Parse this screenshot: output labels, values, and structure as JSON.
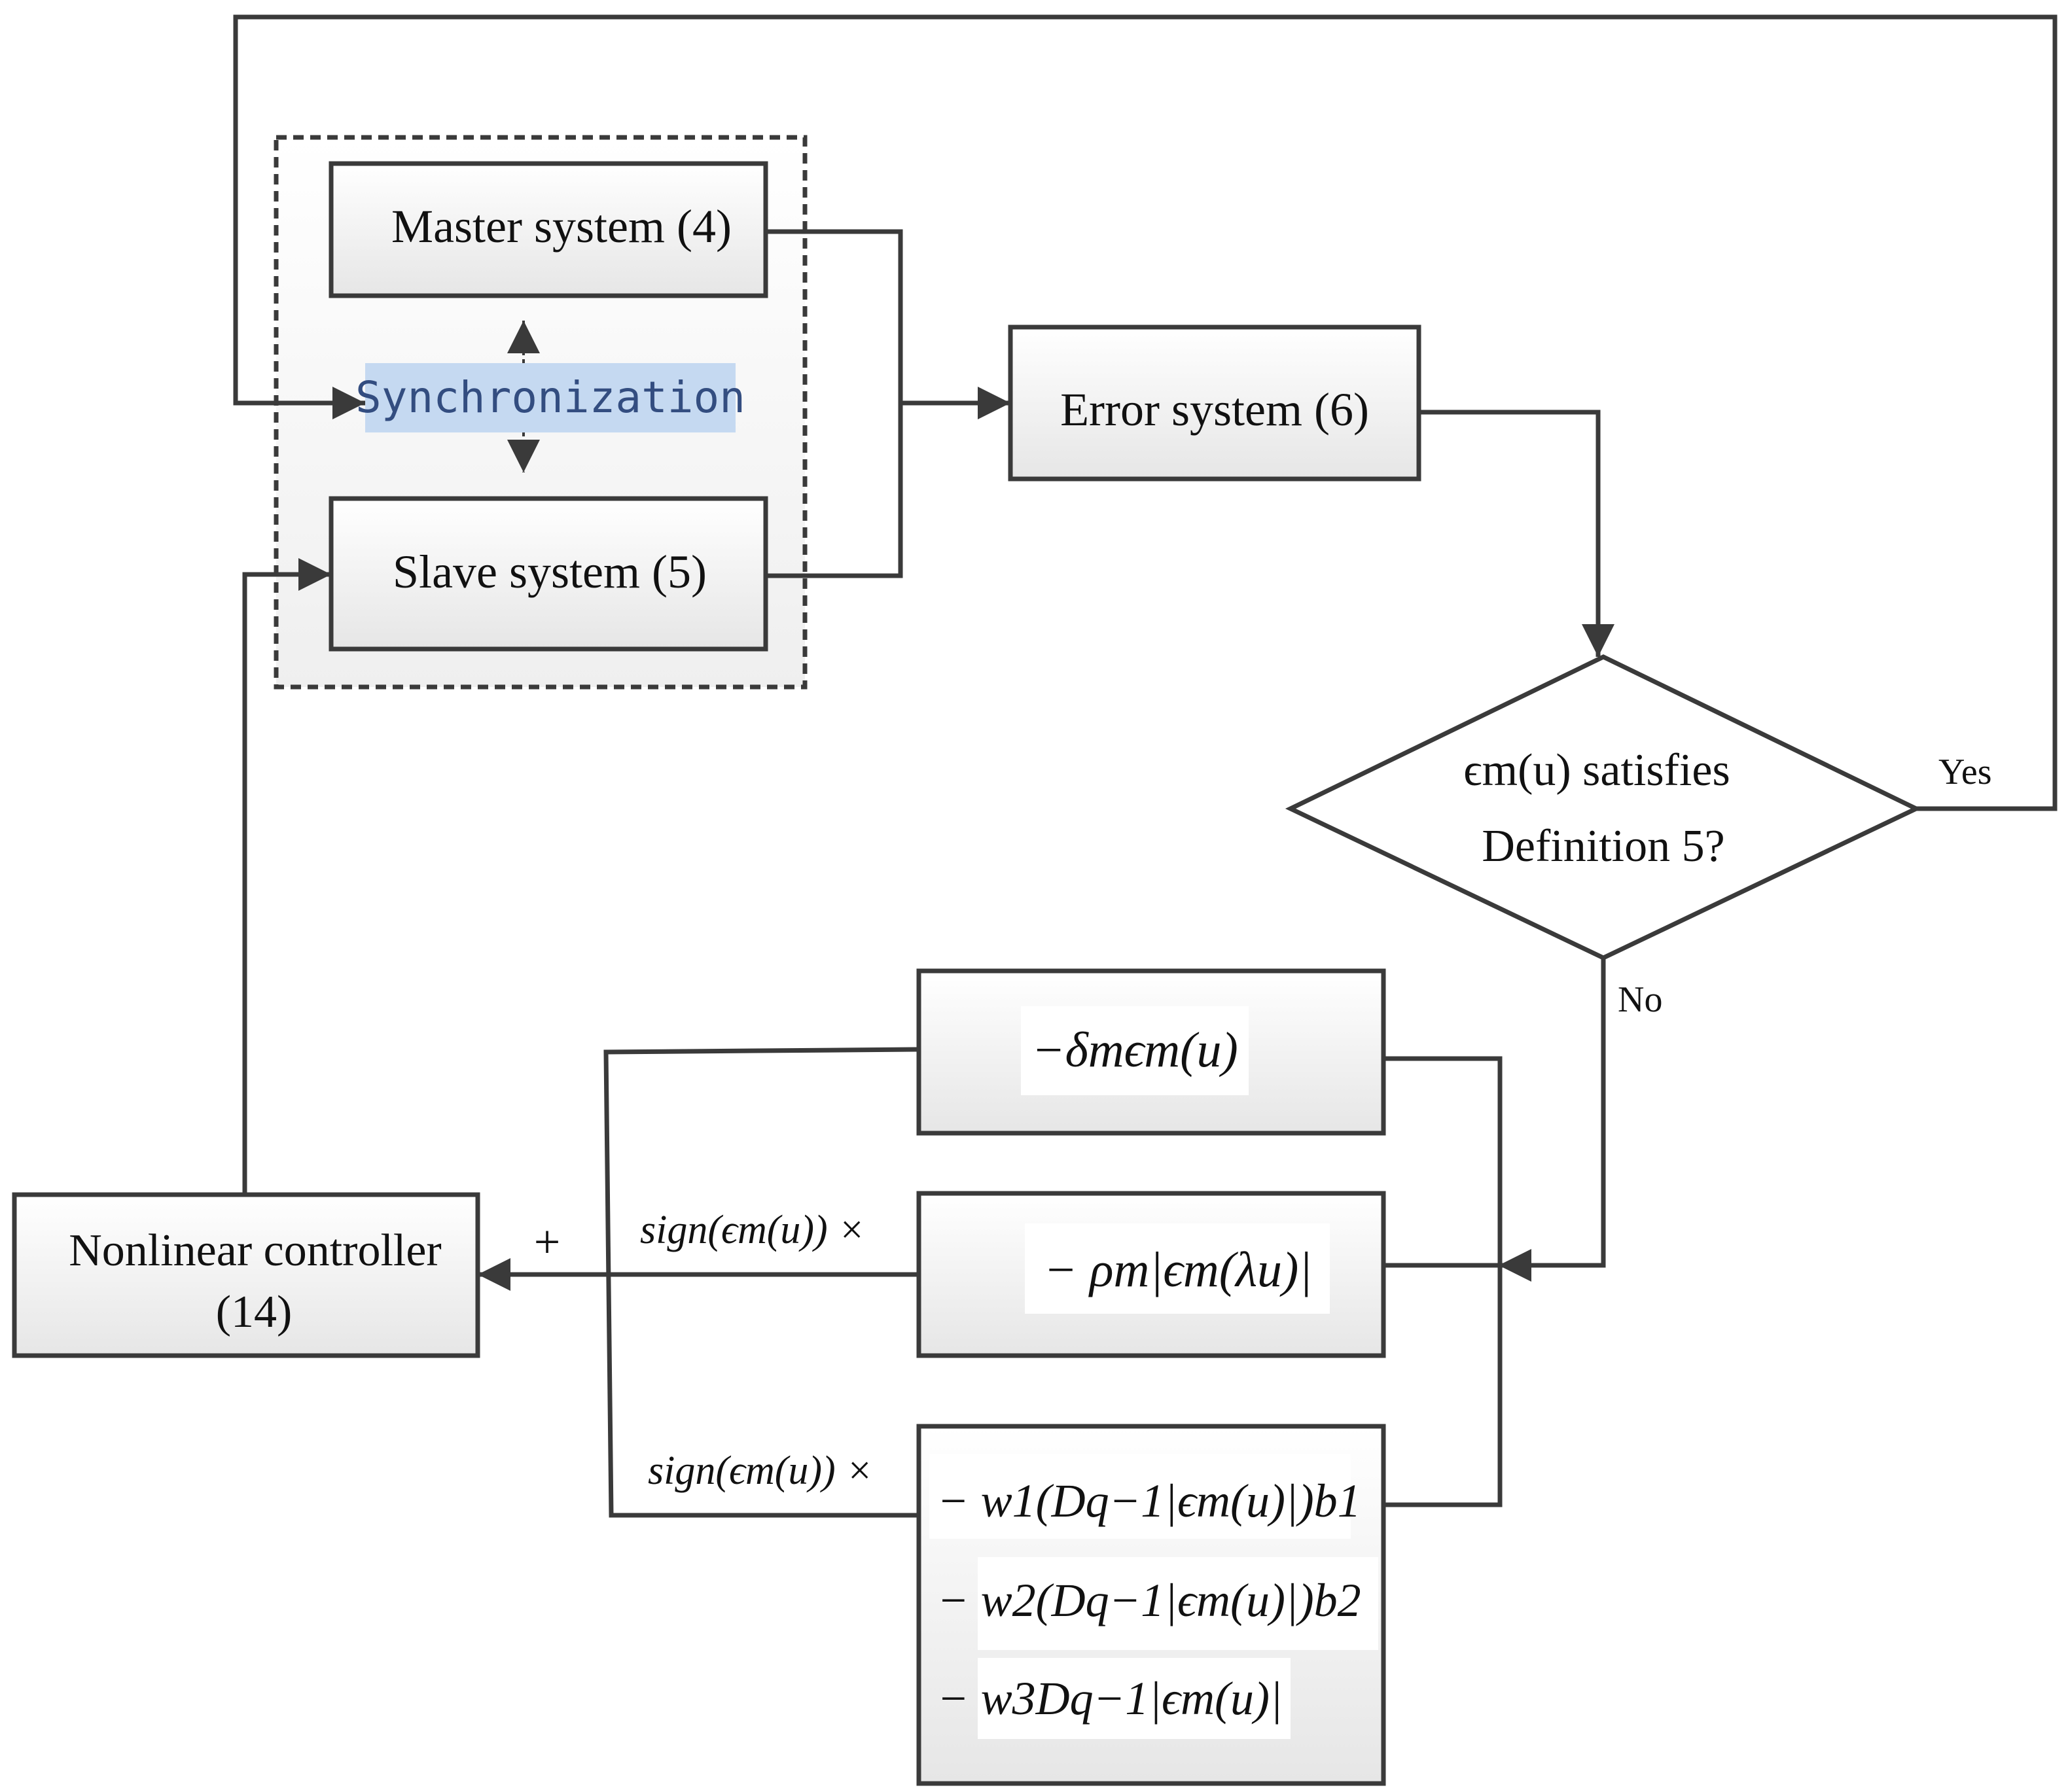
{
  "nodes": {
    "master": "Master system (4)",
    "slave": "Slave system (5)",
    "sync": "Synchronization",
    "error": "Error system (6)",
    "decision_line1": "ϵm(u) satisfies",
    "decision_line2": "Definition 5?",
    "controller_line1": "Nonlinear controller",
    "controller_line2": "(14)"
  },
  "labels": {
    "yes": "Yes",
    "no": "No",
    "plus": "+",
    "sign_top": "sign(ϵm(u)) ×",
    "sign_bottom": "sign(ϵm(u)) ×"
  },
  "terms": {
    "t1": "−δmϵm(u)",
    "t2": "− ρm|ϵm(λu)|",
    "t3a": "− w1(Dq−1|ϵm(u)|)b1",
    "t3b": "− w2(Dq−1|ϵm(u)|)b2",
    "t3c": "− w3Dq−1|ϵm(u)|"
  }
}
